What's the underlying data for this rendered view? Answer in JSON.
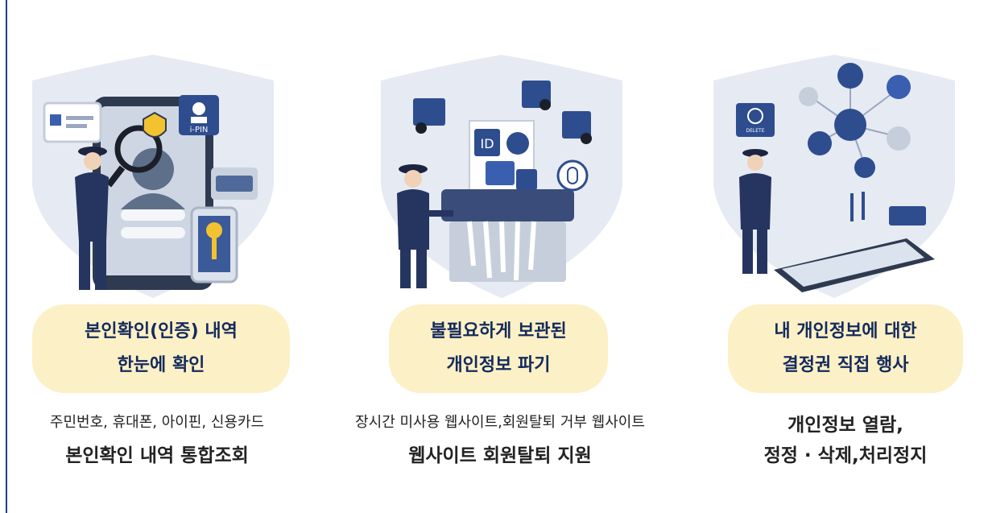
{
  "features": [
    {
      "pill": [
        "본인확인(인증) 내역",
        "한눈에 확인"
      ],
      "sub": "주민번호, 휴대폰, 아이핀, 신용카드",
      "main": "본인확인 내역 통합조회",
      "badge": "i-PIN"
    },
    {
      "pill": [
        "불필요하게 보관된",
        "개인정보 파기"
      ],
      "sub": "장시간 미사용 웹사이트,회원탈퇴 거부 웹사이트",
      "main": "웹사이트 회원탈퇴 지원",
      "id_label": "ID"
    },
    {
      "pill": [
        "내 개인정보에 대한",
        "결정권 직접 행사"
      ],
      "main_lines": [
        "개인정보 열람,",
        "정정 · 삭제,처리정지"
      ],
      "delete_label": "DELETE"
    }
  ],
  "colors": {
    "navy": "#1f3a6e",
    "pill_bg": "#fcf0c6",
    "shield": "#e6eaf3",
    "accent_yellow": "#f2c230"
  }
}
